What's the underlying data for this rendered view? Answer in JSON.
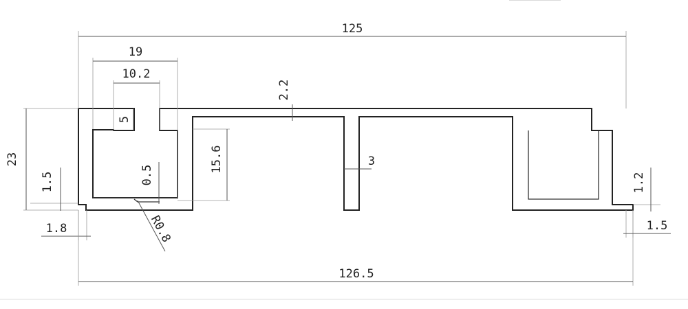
{
  "dimensions": {
    "overall_top": "125",
    "overall_bottom": "126.5",
    "slot_outer_width": "19",
    "slot_opening_width": "10.2",
    "slot_lip_depth": "5",
    "top_wall_thickness": "2.2",
    "total_height": "23",
    "inner_height": "15.6",
    "rib_thickness": "3",
    "inner_groove_depth": "0.5",
    "left_step_height": "1.5",
    "left_step_width": "1.8",
    "fillet_radius": "R0.8",
    "right_step_height": "1.2",
    "right_step_width": "1.5"
  },
  "colors": {
    "line": "#222222",
    "background": "#ffffff"
  }
}
